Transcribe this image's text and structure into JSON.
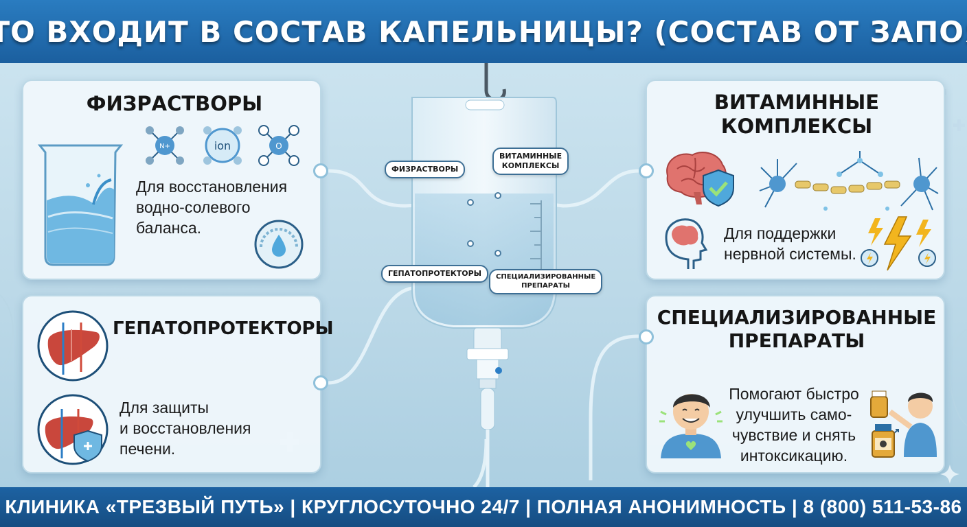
{
  "header": {
    "title": "ЧТО ВХОДИТ В СОСТАВ КАПЕЛЬНИЦЫ? (СОСТАВ ОТ ЗАПОЯ)"
  },
  "cards": {
    "saline": {
      "title": "ФИЗРАСТВОРЫ",
      "desc": "Для восстановления\nводно-солевого\nбаланса.",
      "molecule_labels": [
        "N+",
        "ion",
        "O"
      ]
    },
    "hepato": {
      "title": "ГЕПАТОПРОТЕКТОРЫ",
      "desc": "Для защиты\nи восстановления\nпечени."
    },
    "vitamins": {
      "title": "ВИТАМИННЫЕ\nКОМПЛЕКСЫ",
      "desc": "Для поддержки\nнервной системы."
    },
    "special": {
      "title": "СПЕЦИАЛИЗИРОВАННЫЕ\nПРЕПАРАТЫ",
      "desc": "Помогают быстро\nулучшить само-\nчувствие и снять\nинтоксикацию."
    }
  },
  "bag_labels": {
    "saline": "ФИЗРАСТВОРЫ",
    "vitamins": "ВИТАМИННЫЕ\nКОМПЛЕКСЫ",
    "hepato": "ГЕПАТОПРОТЕКТОРЫ",
    "special": "СПЕЦИАЛИЗИРОВАННЫЕ\nПРЕПАРАТЫ"
  },
  "footer": {
    "text": "КЛИНИКА «ТРЕЗВЫЙ ПУТЬ» | КРУГЛОСУТОЧНО 24/7 | ПОЛНАЯ АНОНИМНОСТЬ | 8 (800) 511-53-86"
  },
  "colors": {
    "header_bg": "#2a7cc0",
    "footer_bg": "#1b5f9f",
    "card_bg": "#f1f8fc",
    "accent": "#4fa8dc",
    "liver": "#c9473c",
    "brain": "#e0736e"
  },
  "icons": [
    "beaker-icon",
    "molecule-icon",
    "ion-icon",
    "water-molecule-icon",
    "water-gauge-icon",
    "liver-icon",
    "liver-shield-icon",
    "brain-icon",
    "shield-check-icon",
    "neuron-icon",
    "head-brain-icon",
    "lightning-icon",
    "smiling-man-icon",
    "man-with-medicine-icon",
    "medicine-bottle-icon",
    "iv-bag-icon",
    "sparkle-icon"
  ]
}
